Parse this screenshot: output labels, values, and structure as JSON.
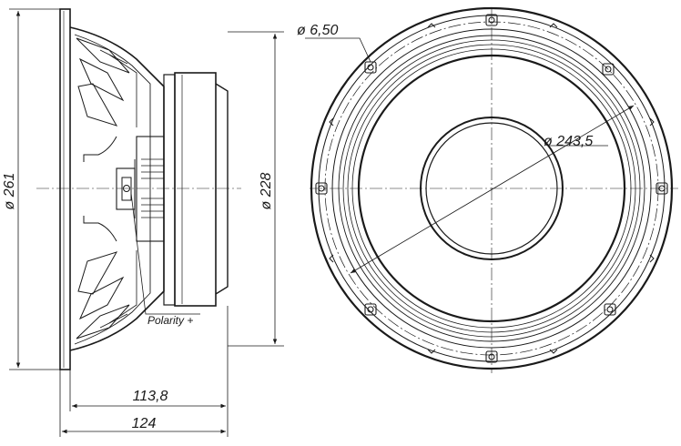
{
  "labels": {
    "mount_hole_dia": "ø 6,50",
    "bolt_circle_dia": "ø 243,5",
    "frame_dia": "ø 261",
    "magnet_dia": "ø 228",
    "polarity": "Polarity +",
    "depth_body": "113,8",
    "depth_total": "124"
  }
}
